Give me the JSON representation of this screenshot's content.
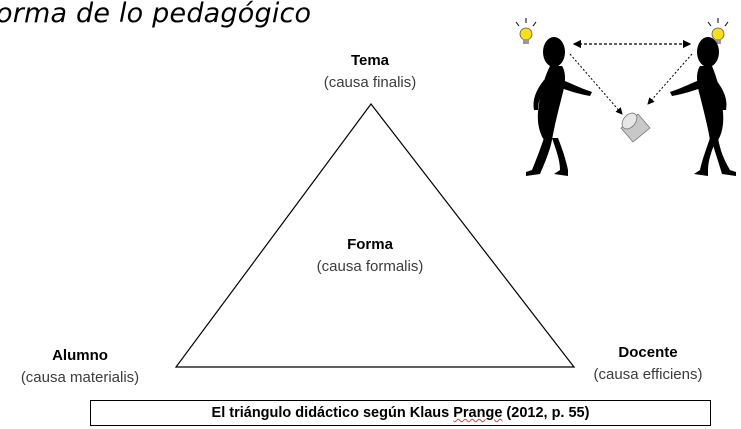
{
  "heading": "orma de lo pedagógico",
  "triangle": {
    "top": {
      "name": "Tema",
      "cause": "(causa finalis)"
    },
    "center": {
      "name": "Forma",
      "cause": "(causa formalis)"
    },
    "left": {
      "name": "Alumno",
      "cause": "(causa materialis)"
    },
    "right": {
      "name": "Docente",
      "cause": "(causa efficiens)"
    }
  },
  "caption": {
    "before": "El triángulo didáctico según Klaus ",
    "underlined": "Prange",
    "after": " (2012, p. 55)"
  },
  "illustration": {
    "subject": "two-thinking-figures-with-object-icon",
    "bulb_color": "#f7e01a"
  }
}
